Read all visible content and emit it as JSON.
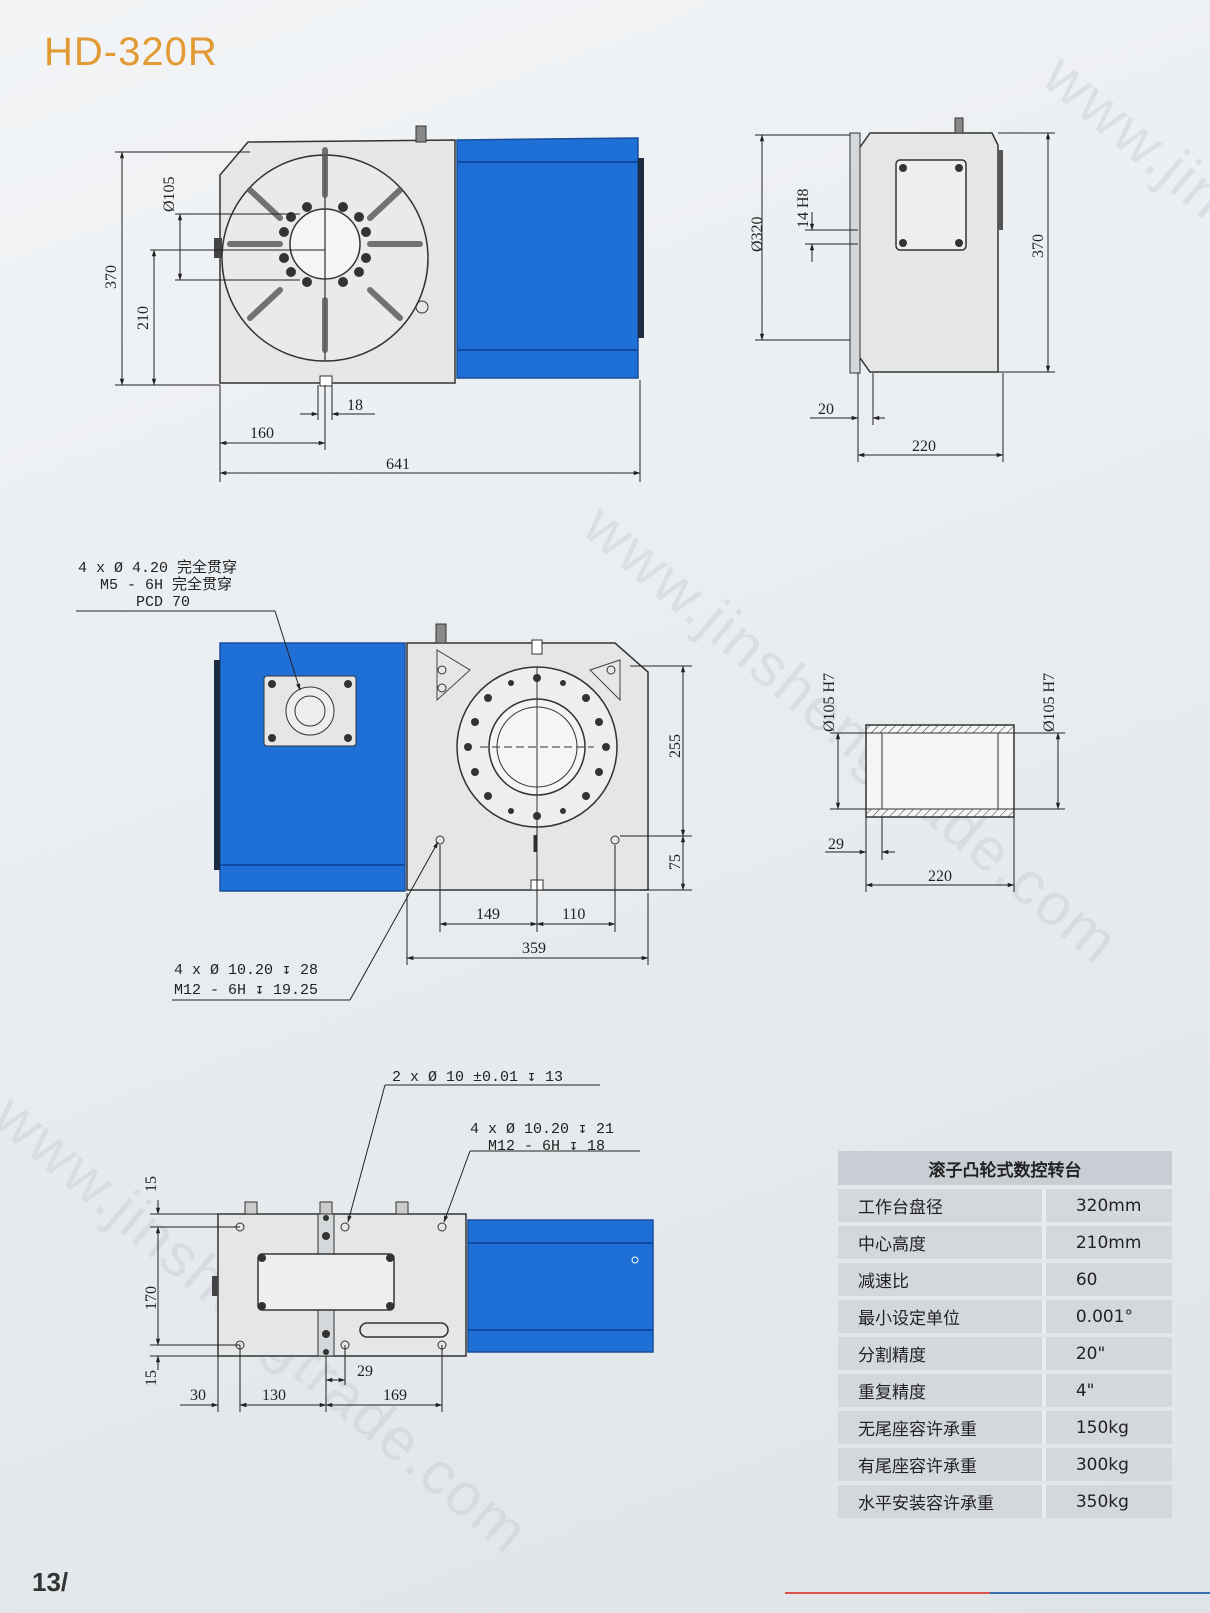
{
  "title": "HD-320R",
  "page_number": "13/",
  "watermark": "www.jinshengtrade.com",
  "colors": {
    "accent": "#e29a35",
    "body_blue": "#1e6fd6",
    "casting": "#e4e6e7"
  },
  "front_view": {
    "dims": {
      "overall_height": "370",
      "center_height": "210",
      "bore": "Ø105",
      "slot_width": "18",
      "center_offset": "160",
      "total_length": "641"
    }
  },
  "side_view": {
    "dims": {
      "table_dia": "Ø320",
      "key_slot": "14 H8",
      "height": "370",
      "offset": "20",
      "width": "220"
    }
  },
  "rear_view": {
    "note_top": [
      "4 x Ø 4.20 完全贯穿",
      "M5 - 6H 完全贯穿",
      "PCD 70"
    ],
    "note_bottom": [
      "4 x Ø 10.20 ↧ 28",
      "M12 - 6H ↧ 19.25"
    ],
    "dims": {
      "upper": "255",
      "lower": "75",
      "left": "149",
      "right": "110",
      "width": "359"
    }
  },
  "section_view": {
    "dims": {
      "bore_left": "Ø105 H7",
      "bore_right": "Ø105 H7",
      "offset": "29",
      "width": "220"
    }
  },
  "top_view": {
    "note_pin": "2 x Ø 10 ±0.01 ↧ 13",
    "note_holes": [
      "4 x Ø 10.20 ↧ 21",
      "M12 - 6H ↧ 18"
    ],
    "dims": {
      "top": "15",
      "middle": "170",
      "bottom": "15",
      "a": "30",
      "b": "130",
      "c": "29",
      "d": "169"
    }
  },
  "spec_table": {
    "heading": "滚子凸轮式数控转台",
    "rows": [
      {
        "label": "工作台盘径",
        "value": "320mm"
      },
      {
        "label": "中心高度",
        "value": "210mm"
      },
      {
        "label": "减速比",
        "value": "60"
      },
      {
        "label": "最小设定单位",
        "value": "0.001°"
      },
      {
        "label": "分割精度",
        "value": "20\""
      },
      {
        "label": "重复精度",
        "value": "4\""
      },
      {
        "label": "无尾座容许承重",
        "value": "150kg"
      },
      {
        "label": "有尾座容许承重",
        "value": "300kg"
      },
      {
        "label": "水平安装容许承重",
        "value": "350kg"
      }
    ]
  }
}
